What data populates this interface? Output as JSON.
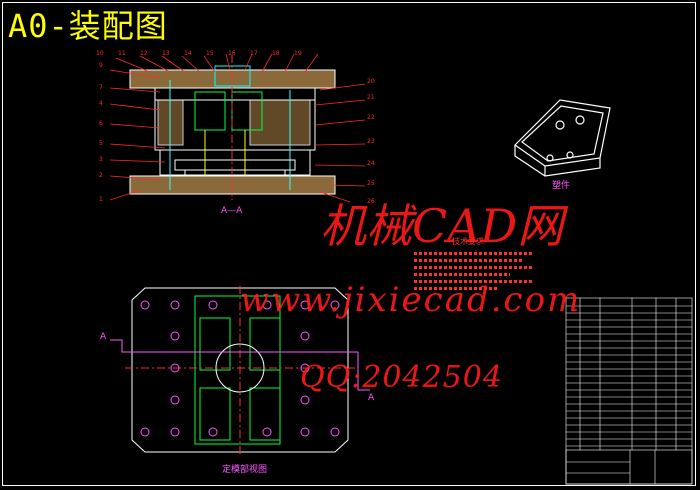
{
  "drawing": {
    "title": "A0-装配图",
    "section_label": "A—A",
    "part_label": "塑件",
    "plan_view_label": "定模部视图",
    "tech_req_title": "技术要求",
    "cut_left": "A",
    "cut_right": "A"
  },
  "watermarks": {
    "line1": "机械CAD网",
    "line2": "www.jixiecad.com",
    "line3": "QQ:2042504"
  },
  "balloons_top": [
    "10",
    "11",
    "12",
    "13",
    "14",
    "15",
    "16",
    "17",
    "18",
    "19"
  ],
  "balloons_left": [
    "9",
    "7",
    "4",
    "6",
    "5",
    "3",
    "2",
    "1"
  ],
  "balloons_right": [
    "20",
    "21",
    "22",
    "23",
    "24",
    "25",
    "26"
  ],
  "colors": {
    "title": "#ffff00",
    "red": "#ff2a2a",
    "green": "#00ff44",
    "white": "#ffffff",
    "magenta": "#ff55ff",
    "cyan": "#33ffff"
  }
}
